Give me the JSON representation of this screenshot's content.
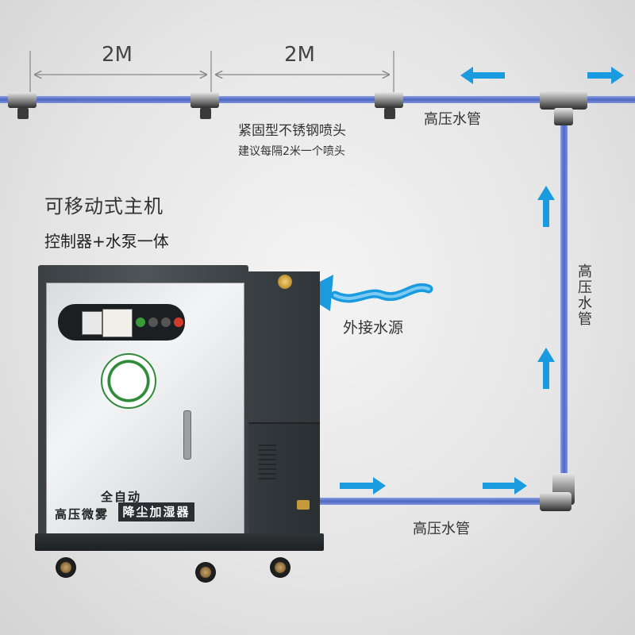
{
  "dimensions": [
    {
      "label": "2M"
    },
    {
      "label": "2M"
    }
  ],
  "nozzle_note": {
    "line1": "紧固型不锈钢喷头",
    "line2": "建议每隔2米一个喷头"
  },
  "pipe_labels": {
    "top": "高压水管",
    "right": "高压水管",
    "bottom": "高压水管"
  },
  "host": {
    "title": "可移动式主机",
    "subtitle": "控制器+水泵一体"
  },
  "water_source": "外接水源",
  "machine_badge": {
    "line1": "全自动",
    "line2_left": "高压微雾",
    "line2_right": "降尘加湿器"
  },
  "colors": {
    "pipe": "#5b74c9",
    "arrow": "#1a9be0",
    "dim_line": "#888888"
  }
}
